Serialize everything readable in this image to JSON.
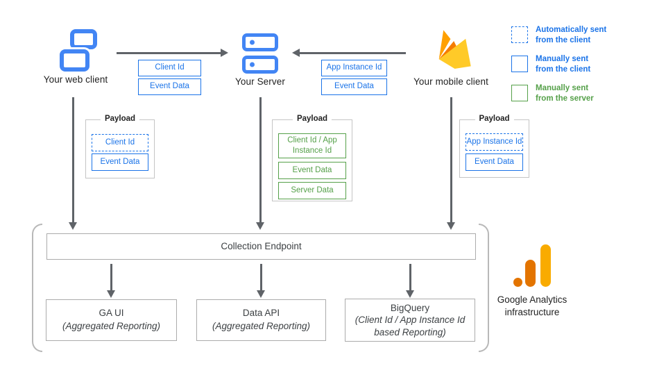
{
  "colors": {
    "blue": "#1A73E8",
    "icon-blue": "#4285F4",
    "green": "#55A049",
    "arrow": "#5F6368",
    "border-gray": "#B8B8B8",
    "text-dark": "#3C4043",
    "ga-orange": "#E37400",
    "ga-yellow": "#F9AB00",
    "flame-left": "#FFA000",
    "flame-mid": "#F57C00",
    "flame-main": "#FFCA28"
  },
  "clients": {
    "web": {
      "label": "Your web client"
    },
    "server": {
      "label": "Your Server"
    },
    "mobile": {
      "label": "Your mobile client"
    }
  },
  "flow_labels": {
    "web_to_server": [
      "Client Id",
      "Event Data"
    ],
    "mobile_to_server": [
      "App Instance Id",
      "Event Data"
    ]
  },
  "legend": {
    "items": [
      {
        "swatch": "dashed-blue",
        "line1": "Automatically sent",
        "line2": "from the client"
      },
      {
        "swatch": "solid-blue",
        "line1": "Manually sent",
        "line2": "from the client"
      },
      {
        "swatch": "solid-green",
        "line1": "Manually sent",
        "line2": "from the server"
      }
    ]
  },
  "payloads": {
    "title": "Payload",
    "web": {
      "items": [
        {
          "text": "Client Id",
          "style": "dashed-blue"
        },
        {
          "text": "Event Data",
          "style": "solid-blue"
        }
      ]
    },
    "server": {
      "items": [
        {
          "text": "Client Id / App Instance Id",
          "style": "solid-green"
        },
        {
          "text": "Event Data",
          "style": "solid-green"
        },
        {
          "text": "Server Data",
          "style": "solid-green"
        }
      ]
    },
    "mobile": {
      "items": [
        {
          "text": "App Instance Id",
          "style": "dashed-blue"
        },
        {
          "text": "Event Data",
          "style": "solid-blue"
        }
      ]
    }
  },
  "infrastructure": {
    "collection_endpoint": "Collection Endpoint",
    "outputs": [
      {
        "title": "GA UI",
        "subtitle": "(Aggregated Reporting)"
      },
      {
        "title": "Data API",
        "subtitle": "(Aggregated Reporting)"
      },
      {
        "title": "BigQuery",
        "subtitle": "(Client Id / App Instance Id based Reporting)"
      }
    ],
    "label_line1": "Google Analytics",
    "label_line2": "infrastructure"
  }
}
